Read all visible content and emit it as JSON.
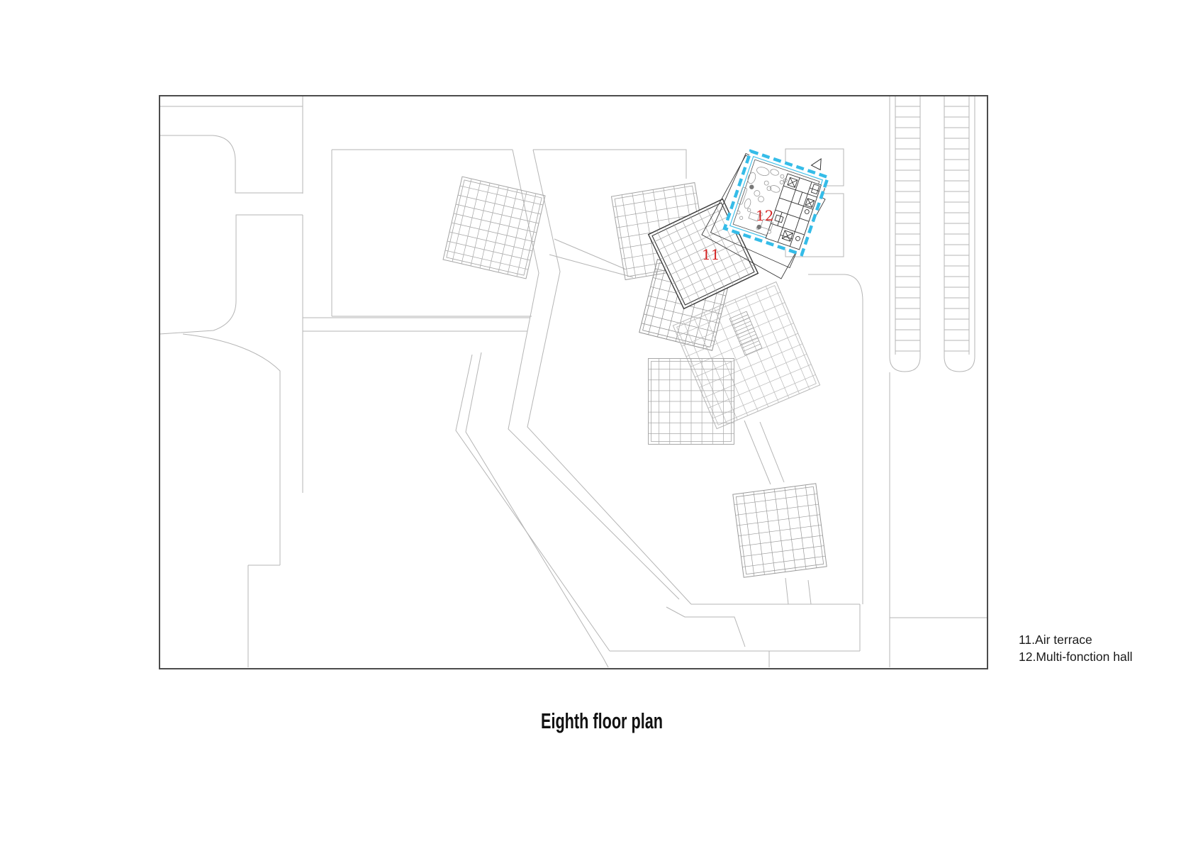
{
  "page": {
    "title": "Eighth floor plan"
  },
  "legend": {
    "line1": "11.Air terrace",
    "line2": "12.Multi-fonction hall"
  },
  "plan": {
    "annotations": [
      {
        "id": "11",
        "label": "Air terrace"
      },
      {
        "id": "12",
        "label": "Multi-fonction hall"
      }
    ]
  },
  "colors": {
    "highlight_cyan": "#35bce8",
    "label_red": "#d32121",
    "border": "#4c4c4c",
    "line_light": "#b5b5b5",
    "line_mid": "#9a9a9a",
    "line_dark": "#3a3a3a",
    "text": "#111111"
  }
}
